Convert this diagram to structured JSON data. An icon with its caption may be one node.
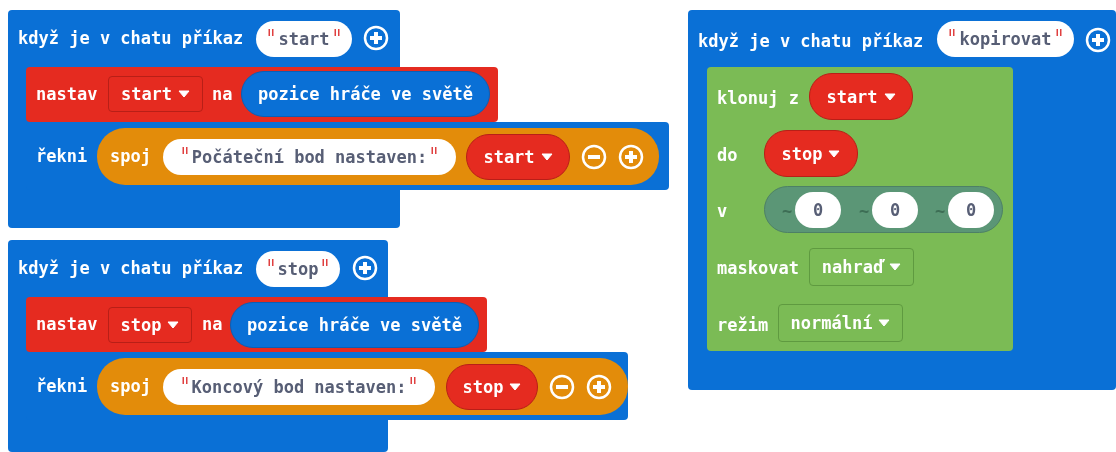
{
  "diagram": {
    "nodes": [
      {
        "text": [
          "když je v chatu příkaz"
        ]
      },
      {
        "text": [
          "start"
        ],
        "in": 0
      },
      {
        "text": [
          "nastav",
          "na"
        ]
      },
      {
        "text": [
          "start"
        ]
      },
      {
        "text": [
          "pozice hráče ve světě"
        ],
        "in": 2
      },
      {
        "text": [
          "řekni"
        ]
      },
      {
        "text": [
          "spoj"
        ],
        "in": 5
      },
      {
        "text": [
          "Počáteční bod nastaven:"
        ],
        "in": 6
      },
      {
        "text": [
          "start"
        ],
        "in": 6
      },
      {
        "text": [
          "když je v chatu příkaz"
        ]
      },
      {
        "text": [
          "stop"
        ],
        "in": 9
      },
      {
        "text": [
          "nastav",
          "na"
        ]
      },
      {
        "text": [
          "stop"
        ]
      },
      {
        "text": [
          "pozice hráče ve světě"
        ],
        "in": 11
      },
      {
        "text": [
          "řekni"
        ]
      },
      {
        "text": [
          "spoj"
        ],
        "in": 14
      },
      {
        "text": [
          "Koncový bod nastaven:"
        ],
        "in": 15
      },
      {
        "text": [
          "stop"
        ],
        "in": 15
      },
      {
        "text": [
          "když je v chatu příkaz"
        ]
      },
      {
        "text": [
          "kopirovat"
        ],
        "in": 18
      },
      {
        "text": [
          "klonuj z",
          "do",
          "v",
          "maskovat",
          "režim"
        ],
        "in": 18
      },
      {
        "text": [
          "start"
        ],
        "in": 20
      },
      {
        "text": [
          "stop"
        ],
        "in": 20
      },
      {
        "text": [
          "~",
          "~",
          "~"
        ],
        "in": 20
      },
      {
        "text": [
          "0"
        ],
        "in": 23
      },
      {
        "text": [
          "0"
        ],
        "in": 23
      },
      {
        "text": [
          "0"
        ],
        "in": 23
      },
      {
        "text": [
          "nahraď"
        ],
        "in": 20
      },
      {
        "text": [
          "normální"
        ],
        "in": 20
      }
    ]
  }
}
